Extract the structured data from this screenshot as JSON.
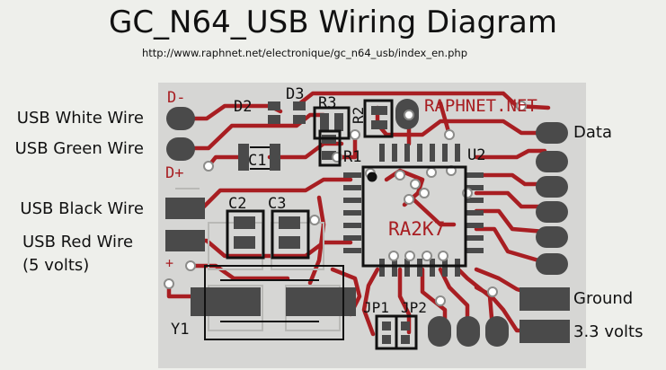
{
  "title": "GC_N64_USB Wiring Diagram",
  "url": "http://www.raphnet.net/electronique/gc_n64_usb/index_en.php",
  "left_labels": {
    "usb_white": "USB White Wire",
    "usb_green": "USB Green Wire",
    "usb_black": "USB Black Wire",
    "usb_red": "USB Red Wire",
    "usb_red_note": "(5 volts)"
  },
  "right_labels": {
    "data": "Data",
    "ground": "Ground",
    "vcc": "3.3 volts"
  },
  "silkscreen": {
    "d_minus": "D-",
    "d_plus": "D+",
    "plus": "+",
    "d2": "D2",
    "d3": "D3",
    "r3": "R3",
    "r2": "R2",
    "r1": "R1",
    "c1": "C1",
    "c2": "C2",
    "c3": "C3",
    "u2": "U2",
    "brand": "RAPHNET.NET",
    "chip_mark": "RA2K7",
    "jp1": "JP1",
    "jp2": "JP2",
    "y1": "Y1"
  },
  "colors": {
    "board": "#d6d6d4",
    "trace": "#a81e22",
    "pad": "#4a4a4a",
    "silk": "#111111"
  }
}
